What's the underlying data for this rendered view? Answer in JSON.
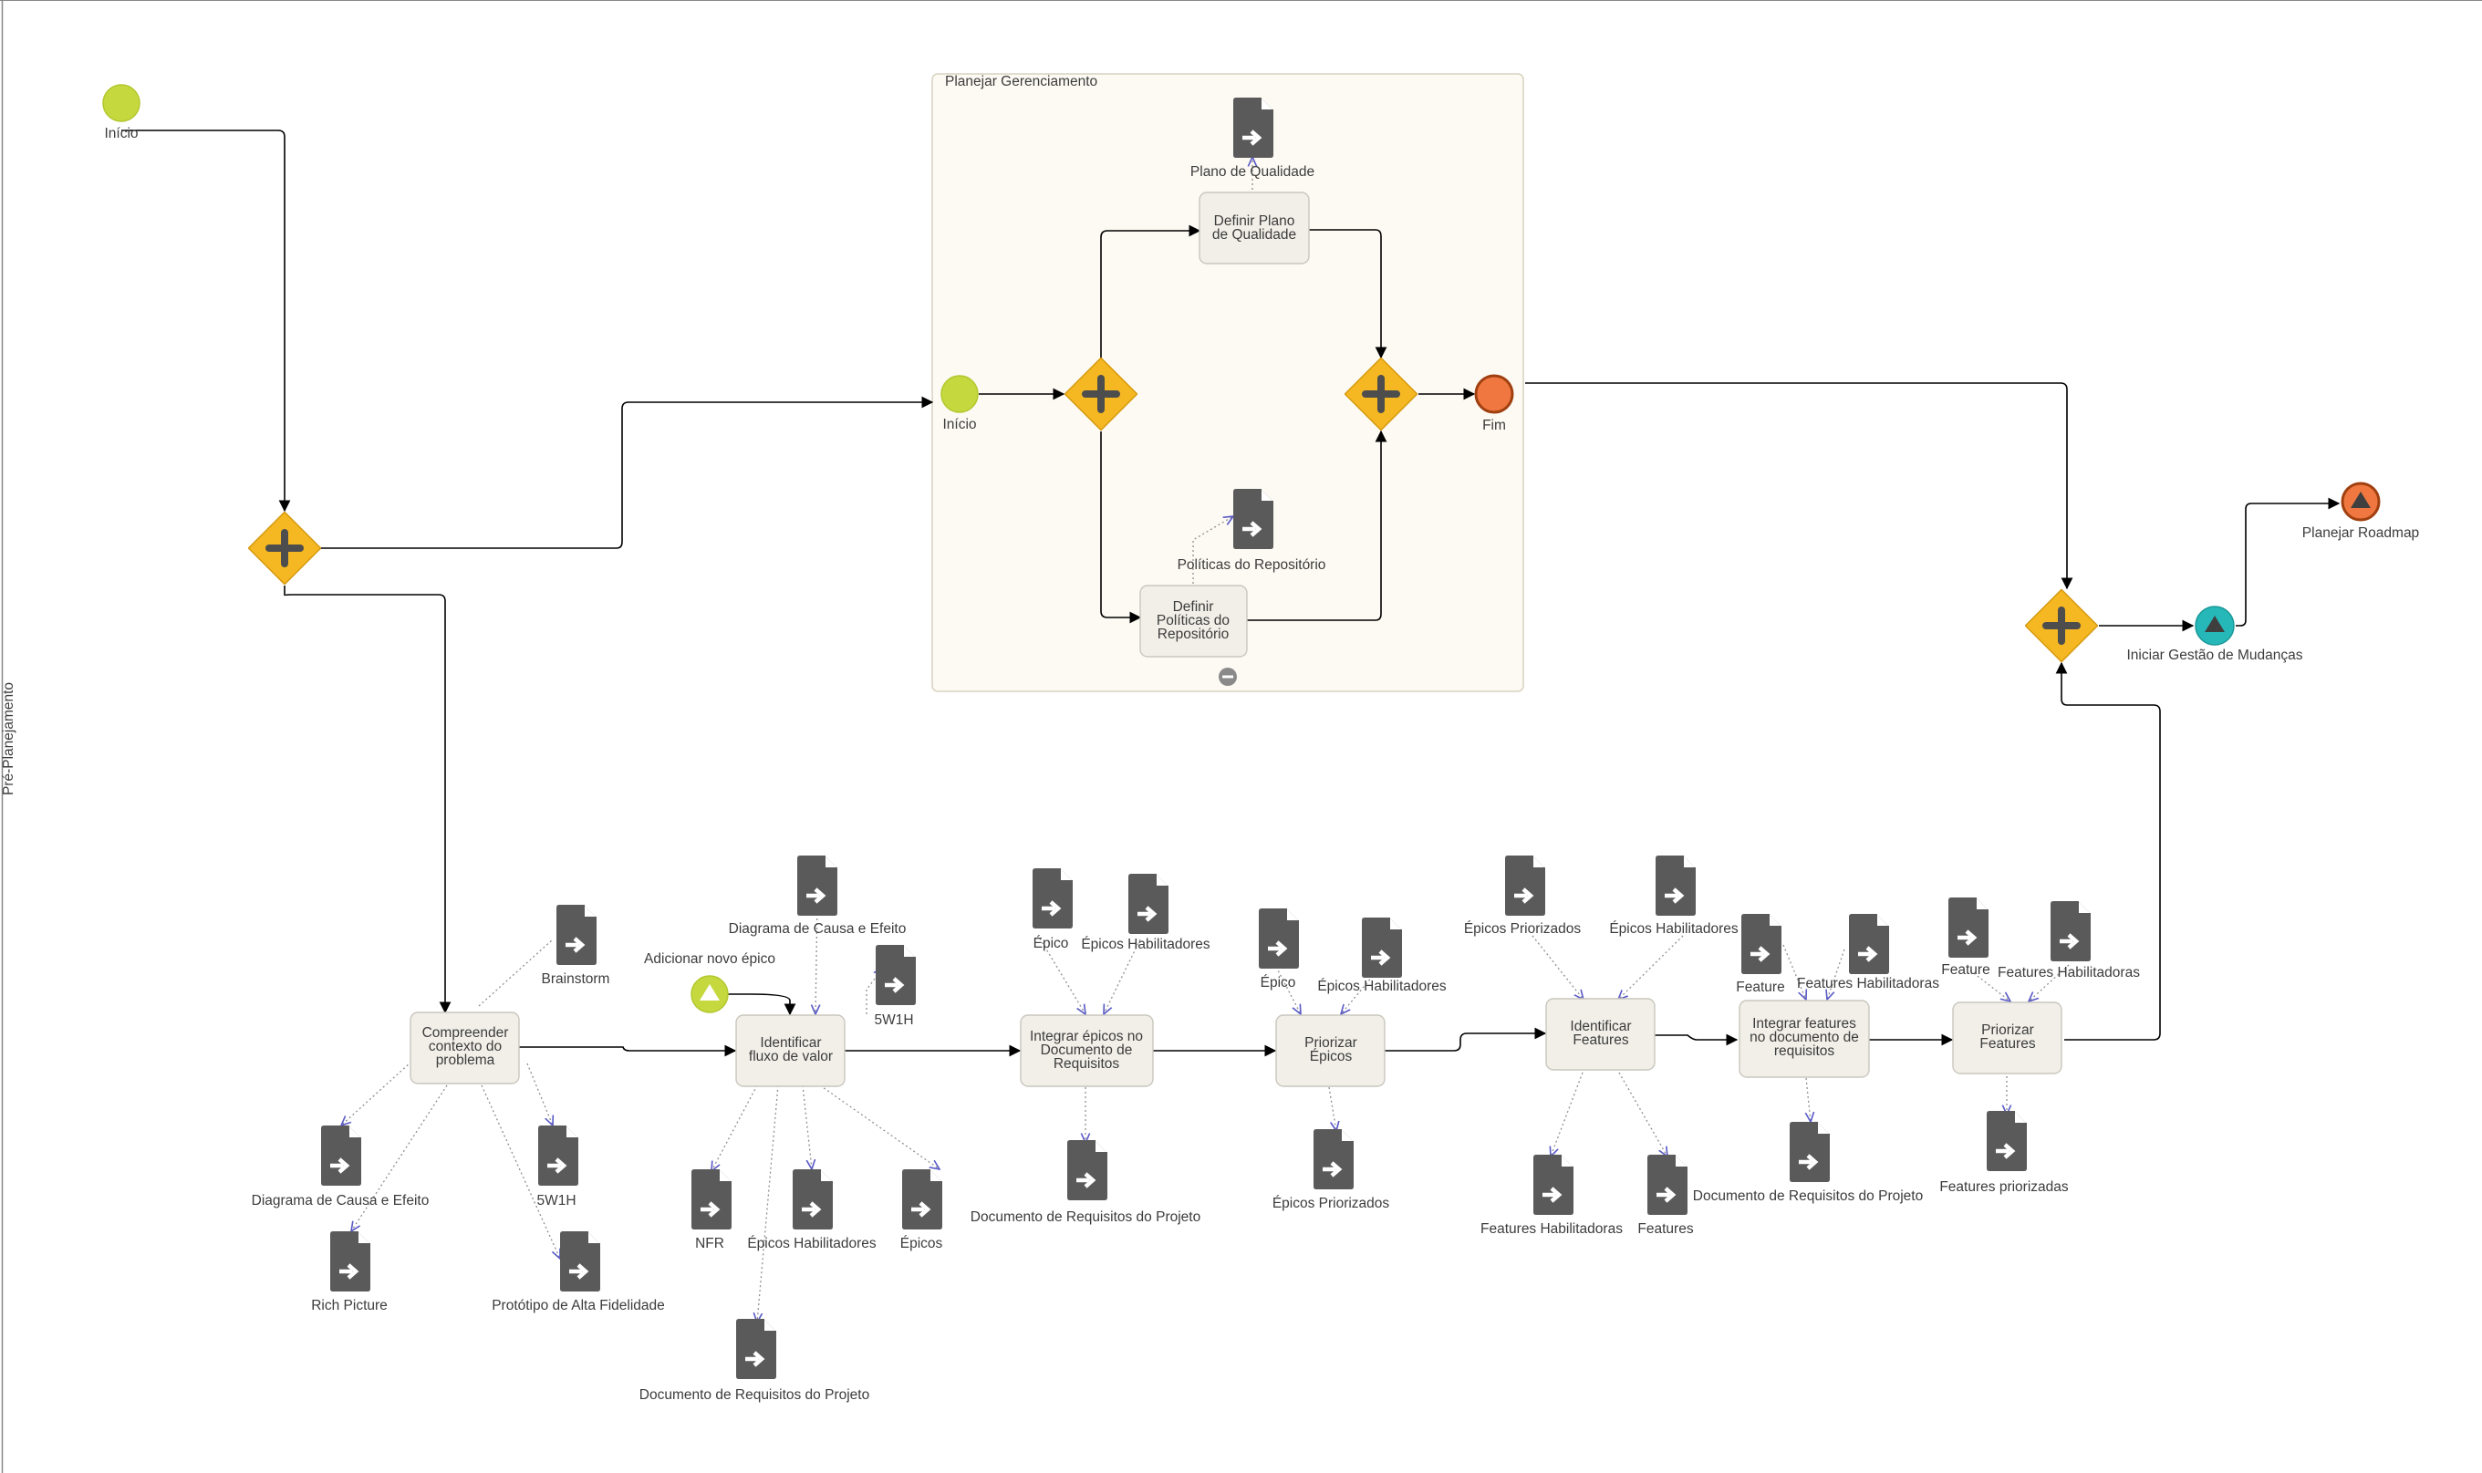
{
  "lane": {
    "label": "Pré-Planejamento"
  },
  "subprocess": {
    "title": "Planejar Gerenciamento",
    "collapse_icon": "minus-circle-icon"
  },
  "events": {
    "start_main": "Início",
    "sub_start": "Início",
    "sub_end": "Fim",
    "iniciar_gestao": "Iniciar Gestão de Mudanças",
    "planejar_roadmap": "Planejar Roadmap",
    "adicionar_epico": "Adicionar novo épico"
  },
  "tasks": {
    "definir_plano": [
      "Definir Plano",
      "de Qualidade"
    ],
    "definir_politicas": [
      "Definir",
      "Políticas do",
      "Repositório"
    ],
    "compreender": [
      "Compreender",
      "contexto do",
      "problema"
    ],
    "identificar_fluxo": [
      "Identificar",
      "fluxo de valor"
    ],
    "integrar_epicos": [
      "Integrar épicos no",
      "Documento de",
      "Requisitos"
    ],
    "priorizar_epicos": [
      "Priorizar",
      "Épicos"
    ],
    "identificar_features": [
      "Identificar",
      "Features"
    ],
    "integrar_features": [
      "Integrar features",
      "no documento de",
      "requisitos"
    ],
    "priorizar_features": [
      "Priorizar",
      "Features"
    ]
  },
  "documents": {
    "plano_qualidade": "Plano de Qualidade",
    "politicas_repo": "Políticas do Repositório",
    "brainstorm": "Brainstorm",
    "diagrama_causa_1": "Diagrama de Causa e Efeito",
    "rich_picture": "Rich Picture",
    "w5h_1": "5W1H",
    "prototipo": "Protótipo de Alta Fidelidade",
    "diagrama_causa_2": "Diagrama de Causa e Efeito",
    "w5h_2": "5W1H",
    "nfr": "NFR",
    "epicos_hab_1": "Épicos Habilitadores",
    "epicos_1": "Épicos",
    "doc_req_1": "Documento de Requisitos do Projeto",
    "epico_1": "Épico",
    "epicos_hab_2": "Épicos Habilitadores",
    "doc_req_2": "Documento de Requisitos do Projeto",
    "epico_2": "Épico",
    "epicos_hab_3": "Épicos Habilitadores",
    "epicos_prio_1": "Épicos Priorizados",
    "epicos_prio_2": "Épicos Priorizados",
    "epicos_hab_4": "Épicos Habilitadores",
    "features_hab_1": "Features Habilitadoras",
    "features_1": "Features",
    "feature_1": "Feature",
    "features_hab_2": "Features Habilitadoras",
    "doc_req_3": "Documento de Requisitos do Projeto",
    "feature_2": "Feature",
    "features_hab_3": "Features Habilitadoras",
    "features_prio": "Features priorizadas"
  },
  "colors": {
    "start_event": "#c5d83e",
    "end_event": "#f07840",
    "intermediate_event": "#26b8b8",
    "gateway": "#f5b822",
    "task_fill": "#f1efe8",
    "document": "#5a5a5a",
    "subprocess_fill": "#fcfaf3"
  }
}
